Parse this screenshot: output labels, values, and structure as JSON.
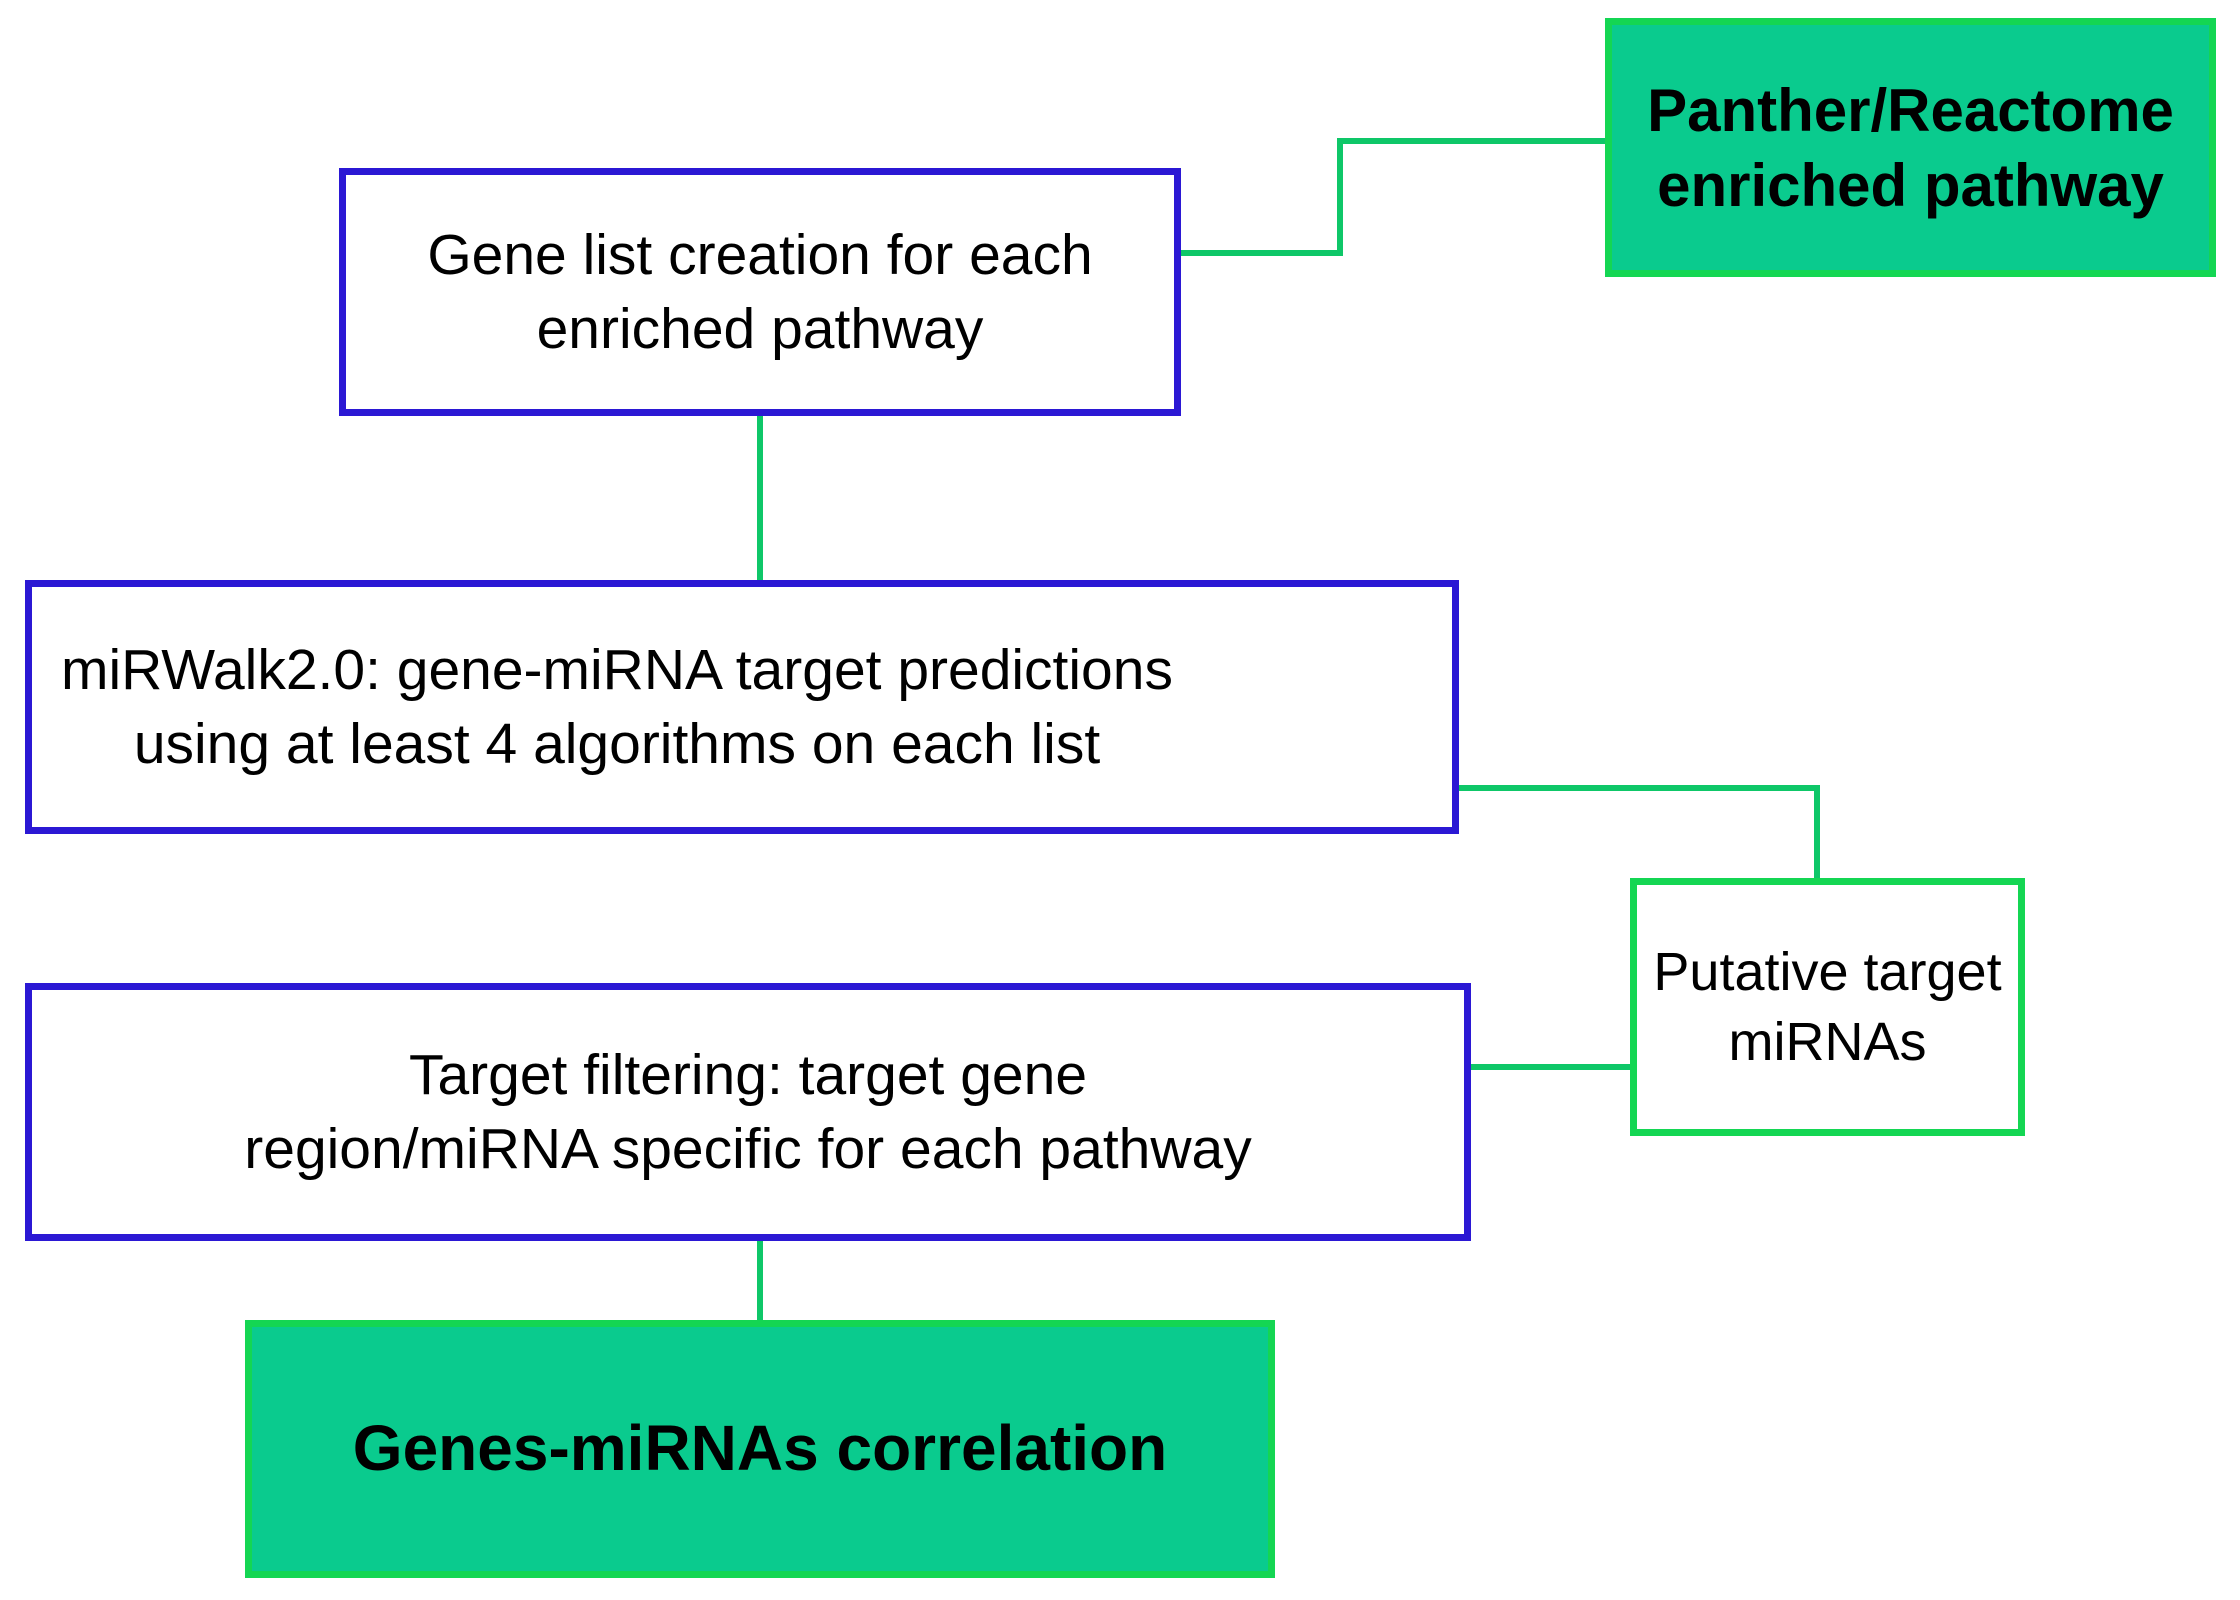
{
  "colors": {
    "background": "#ffffff",
    "text": "#000000",
    "blue_border": "#2b18d4",
    "green_border": "#14d653",
    "green_fill": "#0acb8e",
    "connector": "#0ec768"
  },
  "nodes": {
    "panther": {
      "line1": "Panther/Reactome",
      "line2": "enriched pathway"
    },
    "gene_list": {
      "line1": "Gene list creation for each",
      "line2": "enriched pathway"
    },
    "mirwalk": {
      "line1": "miRWalk2.0: gene-miRNA target predictions",
      "line2": "using at least 4 algorithms on each list"
    },
    "putative": {
      "line1": "Putative target",
      "line2": "miRNAs"
    },
    "filtering": {
      "line1": "Target filtering: target gene",
      "line2": "region/miRNA specific for each pathway"
    },
    "correlation": {
      "line1": "Genes-miRNAs correlation"
    }
  }
}
